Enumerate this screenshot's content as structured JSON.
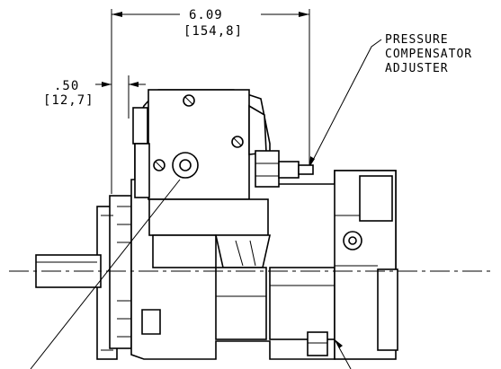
{
  "dimensions": {
    "overall_width": {
      "value_in": "6.09",
      "value_mm": "[154,8]"
    },
    "offset": {
      "value_in": ".50",
      "value_mm": "[12,7]"
    }
  },
  "callouts": {
    "pressure_compensator": {
      "line1": "PRESSURE",
      "line2": "COMPENSATOR",
      "line3": "ADJUSTER"
    }
  },
  "colors": {
    "line": "#000000",
    "background": "#ffffff"
  }
}
